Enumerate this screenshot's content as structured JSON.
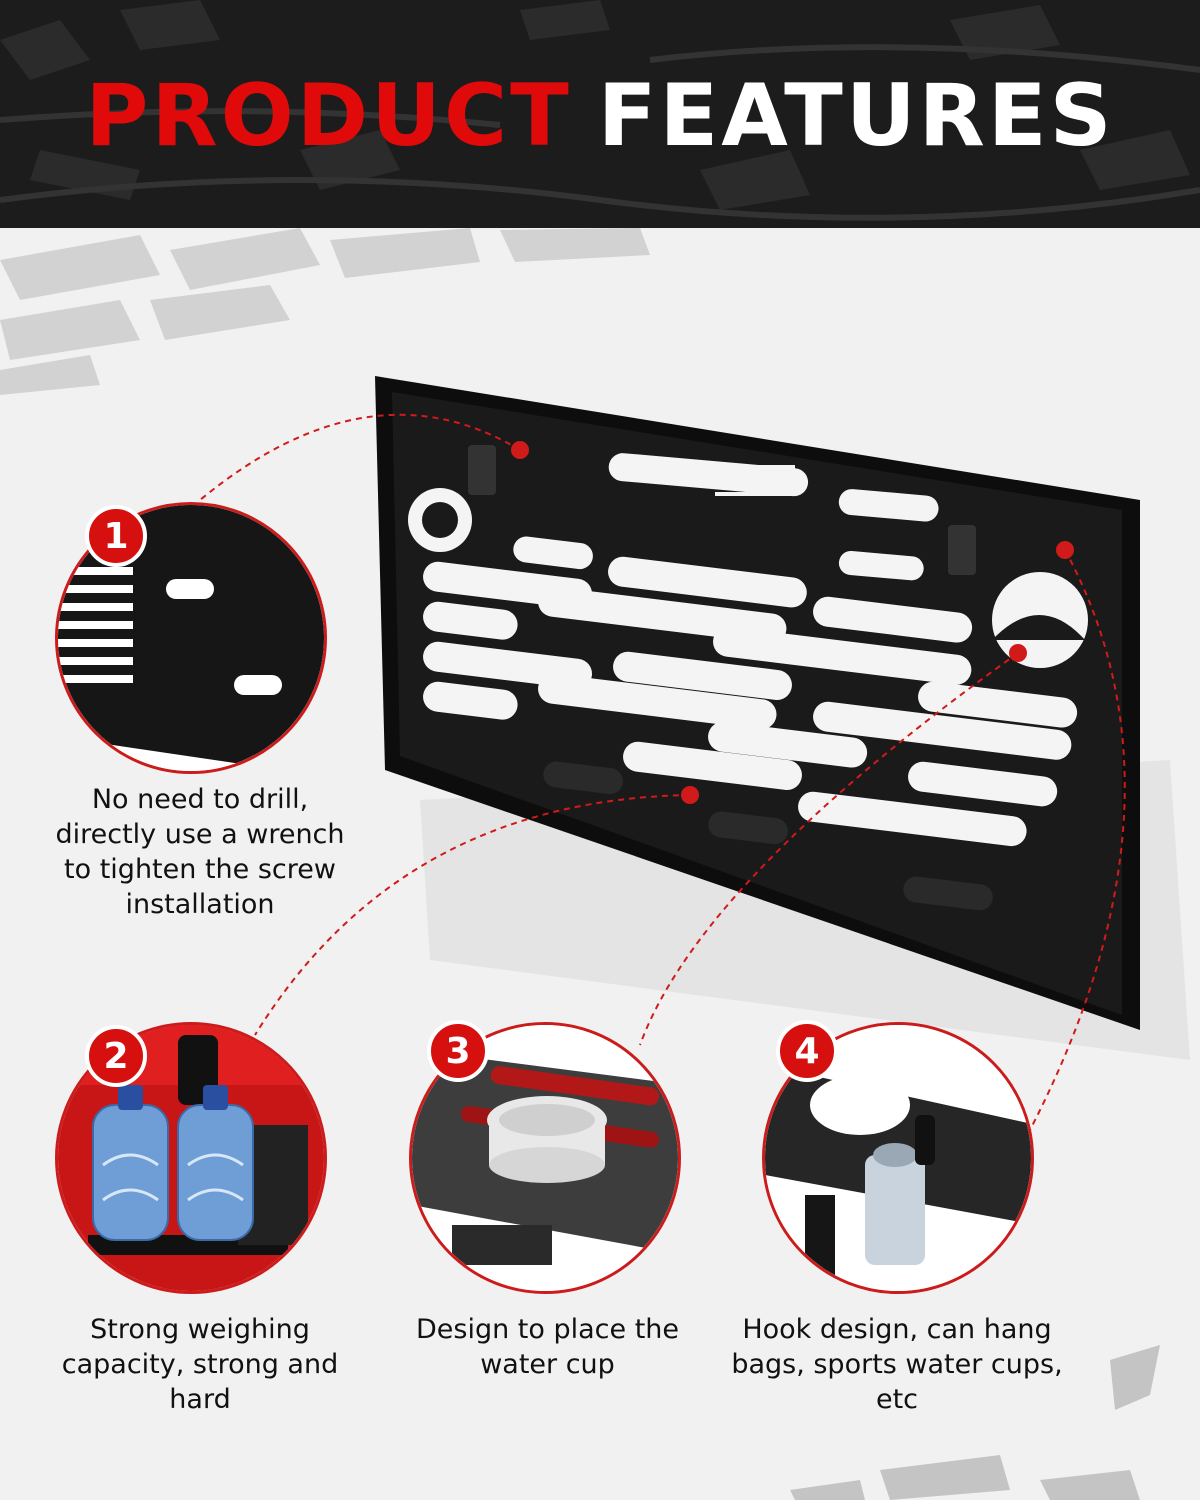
{
  "header": {
    "title_red": "PRODUCT",
    "title_white": "FEATURES"
  },
  "colors": {
    "accent_red": "#e10a0a",
    "header_bg": "#1c1c1c",
    "panel_black": "#141414",
    "page_bg": "#f1f1f1"
  },
  "features": [
    {
      "number": "1",
      "text": "No need to drill, directly use a wrench to tighten the screw installation"
    },
    {
      "number": "2",
      "text": "Strong weighing capacity, strong and hard"
    },
    {
      "number": "3",
      "text": "Design to place the water cup"
    },
    {
      "number": "4",
      "text": "Hook design, can hang bags, sports water cups, etc"
    }
  ]
}
